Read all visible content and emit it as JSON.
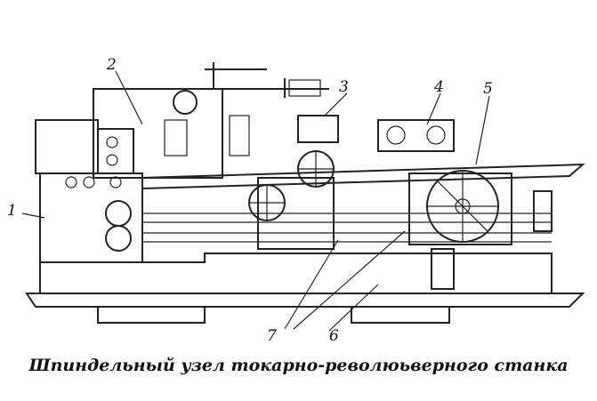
{
  "caption": "Шпиндельный узел токарно-революьверного станка",
  "labels": [
    "1",
    "2",
    "3",
    "4",
    "5",
    "6",
    "7"
  ]
}
